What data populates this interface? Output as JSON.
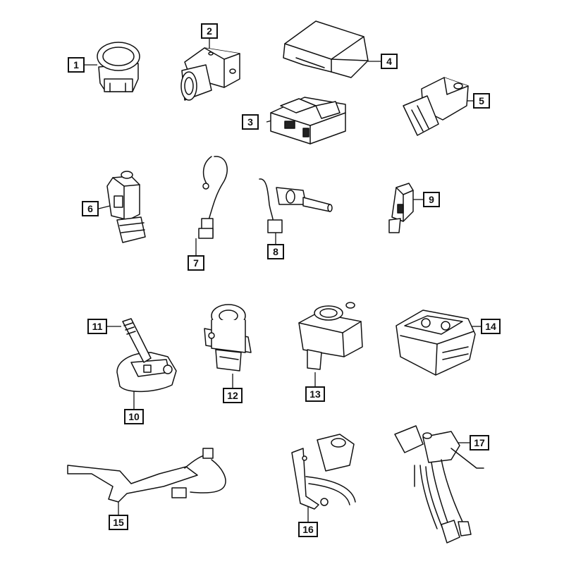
{
  "callouts": {
    "c1": "1",
    "c2": "2",
    "c3": "3",
    "c4": "4",
    "c5": "5",
    "c6": "6",
    "c7": "7",
    "c8": "8",
    "c9": "9",
    "c10": "10",
    "c11": "11",
    "c12": "12",
    "c13": "13",
    "c14": "14",
    "c15": "15",
    "c16": "16",
    "c17": "17"
  },
  "stroke_color": "#111111",
  "background_color": "#ffffff"
}
